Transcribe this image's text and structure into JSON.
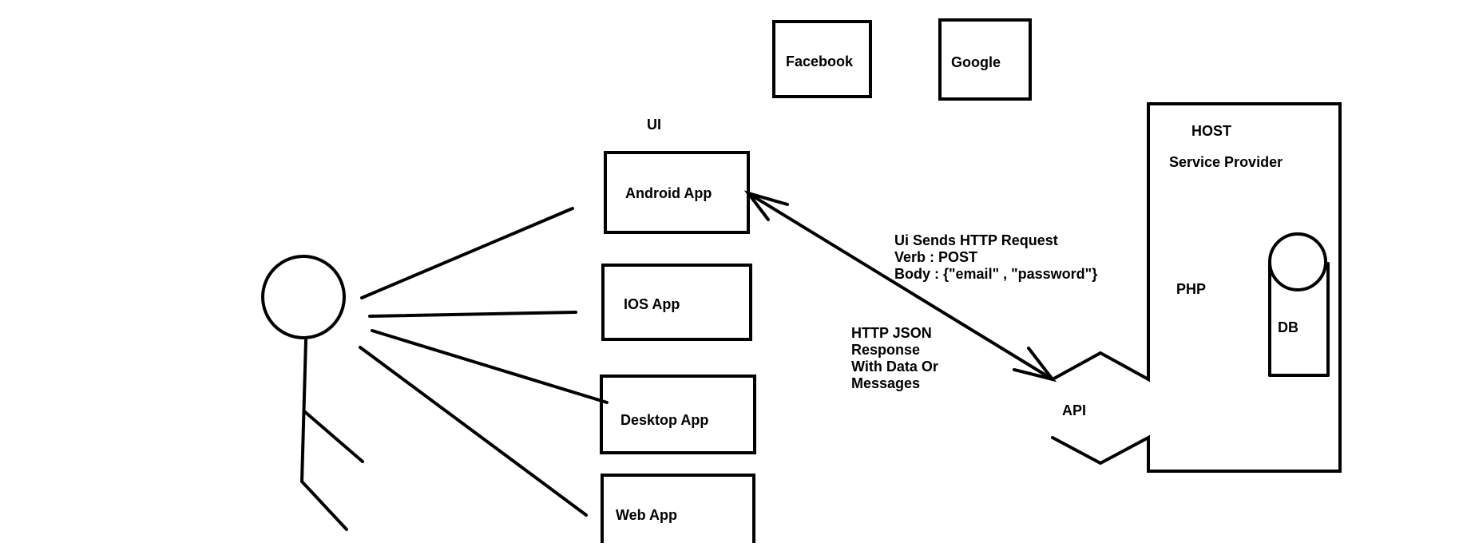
{
  "diagram": {
    "social": {
      "facebook": "Facebook",
      "google": "Google"
    },
    "ui_label": "UI",
    "apps": {
      "android": "Android App",
      "ios": "IOS App",
      "desktop": "Desktop App",
      "web": "Web App"
    },
    "host": {
      "title": "HOST",
      "subtitle": "Service Provider",
      "php": "PHP",
      "db": "DB"
    },
    "api_label": "API",
    "request_note": {
      "line1": "Ui Sends HTTP Request",
      "line2": "Verb : POST",
      "line3": "Body : {\"email\" , \"password\"}"
    },
    "response_note": {
      "line1": "HTTP JSON",
      "line2": "Response",
      "line3": "With Data Or",
      "line4": "Messages"
    }
  }
}
